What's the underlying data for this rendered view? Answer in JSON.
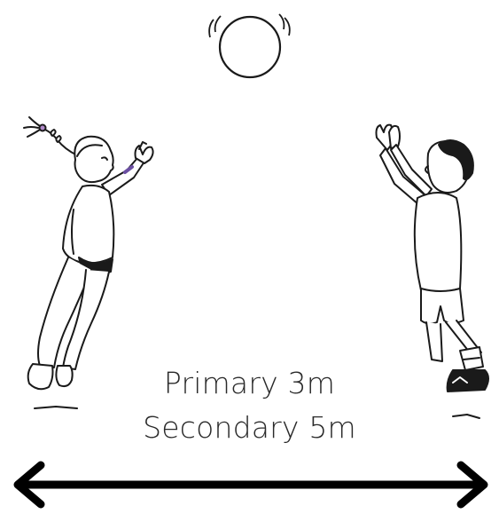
{
  "caption": {
    "primary": "Primary 3m",
    "secondary": "Secondary 5m"
  },
  "illustration": {
    "ball": "ball-icon",
    "left_figure": "girl-jumping-figure",
    "right_figure": "boy-jumping-figure",
    "arrow": "double-headed-arrow-icon"
  },
  "colors": {
    "ink": "#1a1a1a",
    "background": "#ffffff",
    "hair_tie": "#b089c9",
    "scarf": "#6b4fa3"
  }
}
